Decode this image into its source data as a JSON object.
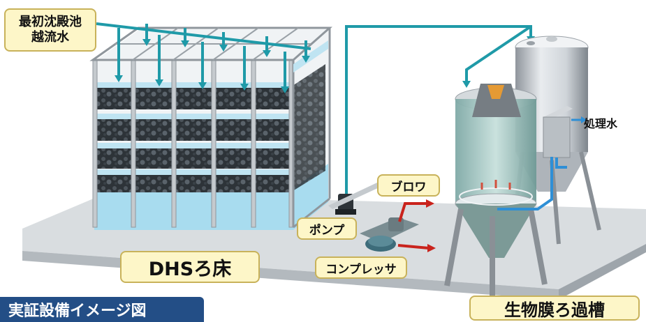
{
  "labels": {
    "inflow_line1": "最初沈殿池",
    "inflow_line2": "越流水",
    "dhs": "DHSろ床",
    "pump": "ポンプ",
    "blower": "ブロワ",
    "compressor": "コンプレッサ",
    "biofilm_tank": "生物膜ろ過槽",
    "treated_water": "処理水"
  },
  "title": "実証設備イメージ図",
  "colors": {
    "pipe": "#1f9aa8",
    "air_pipe": "#c9231c",
    "water": "#9fd8ec",
    "frame": "#b8bcc2",
    "label_bg": "#fdf6c8",
    "title_bg": "#234e86"
  }
}
